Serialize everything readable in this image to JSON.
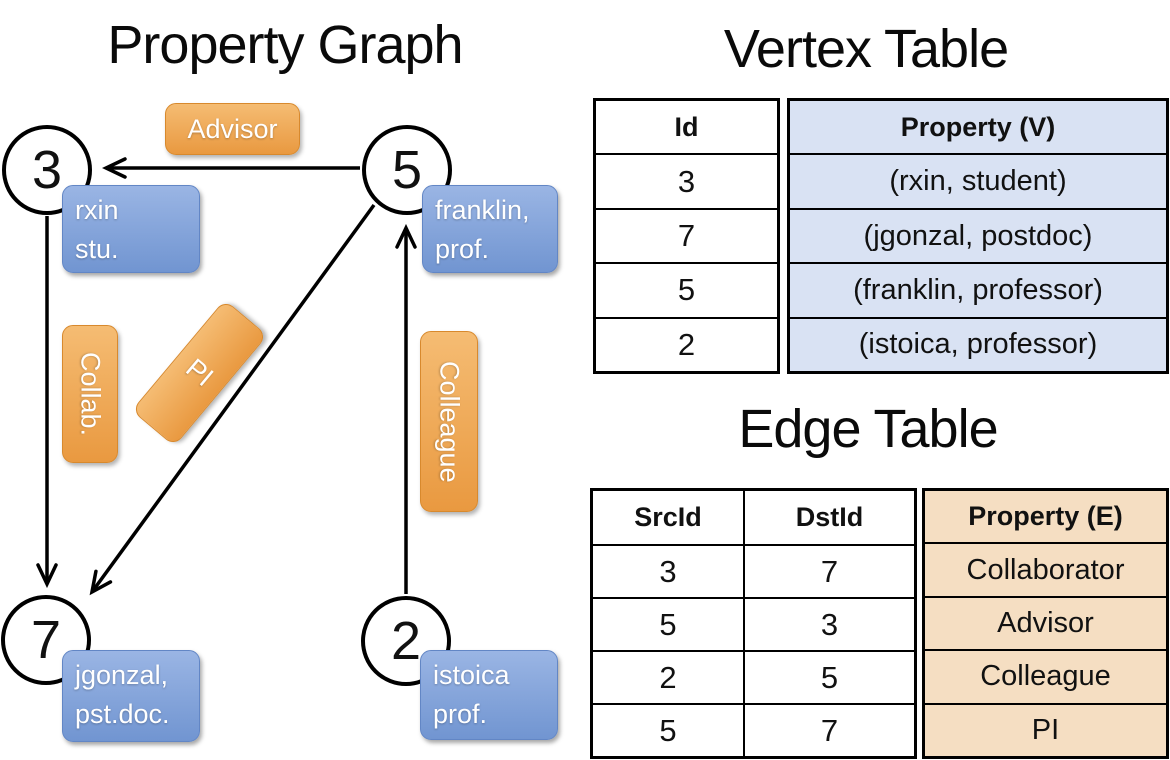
{
  "graph": {
    "title": "Property Graph",
    "nodes": [
      {
        "id": "3",
        "prop_line1": "rxin",
        "prop_line2": "stu."
      },
      {
        "id": "5",
        "prop_line1": "franklin,",
        "prop_line2": "prof."
      },
      {
        "id": "7",
        "prop_line1": "jgonzal,",
        "prop_line2": "pst.doc."
      },
      {
        "id": "2",
        "prop_line1": "istoica",
        "prop_line2": "prof."
      }
    ],
    "edge_labels": {
      "advisor": "Advisor",
      "collab": "Collab.",
      "pi": "PI",
      "colleague": "Colleague"
    }
  },
  "vertex_table": {
    "title": "Vertex Table",
    "id_header": "Id",
    "property_header": "Property (V)",
    "rows": [
      {
        "id": "3",
        "property": "(rxin, student)"
      },
      {
        "id": "7",
        "property": "(jgonzal, postdoc)"
      },
      {
        "id": "5",
        "property": "(franklin, professor)"
      },
      {
        "id": "2",
        "property": "(istoica, professor)"
      }
    ]
  },
  "edge_table": {
    "title": "Edge Table",
    "src_header": "SrcId",
    "dst_header": "DstId",
    "property_header": "Property (E)",
    "rows": [
      {
        "src": "3",
        "dst": "7",
        "property": "Collaborator"
      },
      {
        "src": "5",
        "dst": "3",
        "property": "Advisor"
      },
      {
        "src": "2",
        "dst": "5",
        "property": "Colleague"
      },
      {
        "src": "5",
        "dst": "7",
        "property": "PI"
      }
    ]
  },
  "colors": {
    "vertex_fill": "#d9e2f3",
    "edge_fill": "#f5dec2",
    "orange_light": "#f5bc73",
    "orange_dark": "#e99940",
    "blue_light": "#9ab5e4",
    "blue_dark": "#7195d1",
    "line_color": "#000000"
  }
}
